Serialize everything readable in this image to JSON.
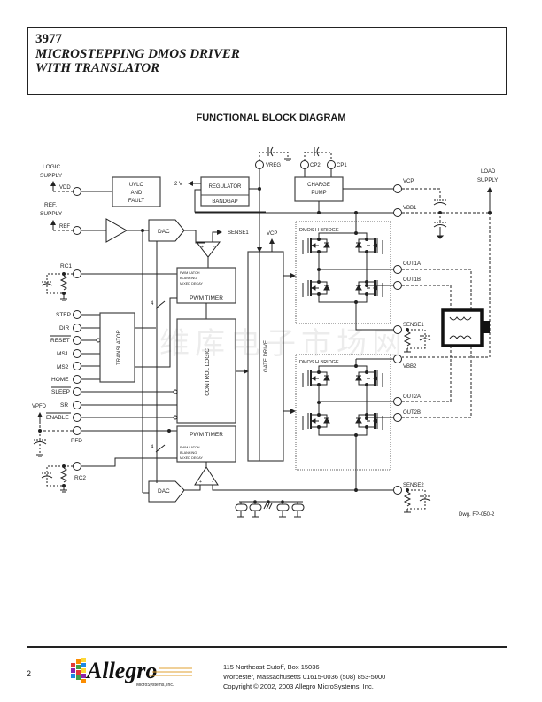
{
  "header": {
    "part_number": "3977",
    "title_line1": "MICROSTEPPING DMOS DRIVER",
    "title_line2": "WITH TRANSLATOR"
  },
  "figure": {
    "title": "FUNCTIONAL BLOCK DIAGRAM",
    "drawing_number": "Dwg. FP-050-2",
    "watermark": "维库电子市场网",
    "supplies": {
      "logic_supply": [
        "LOGIC",
        "SUPPLY"
      ],
      "vdd": "VDD",
      "ref_supply": [
        "REF.",
        "SUPPLY"
      ],
      "ref": "REF",
      "load_supply": [
        "LOAD",
        "SUPPLY"
      ],
      "vpfd": "VPFD"
    },
    "blocks": {
      "uvlo": [
        "UVLO",
        "AND",
        "FAULT"
      ],
      "regulator": "REGULATOR",
      "bandgap": "BANDGAP",
      "charge_pump": [
        "CHARGE",
        "PUMP"
      ],
      "dac": "DAC",
      "pwm_timer": "PWM TIMER",
      "pwm_sub": [
        "PWM LATCH",
        "BLANKING",
        "MIXED DECAY"
      ],
      "translator": "TRANSLATOR",
      "control_logic": "CONTROL LOGIC",
      "gate_drive": "GATE DRIVE",
      "h_bridge": "DMOS H BRIDGE"
    },
    "signals": {
      "two_v": "2 V",
      "sense1_arrow": "SENSE1",
      "vcp_arrow": "VCP",
      "bus_width": "4"
    },
    "pins_left": [
      "RC1",
      "STEP",
      "DIR",
      "RESET",
      "MS1",
      "MS2",
      "HOME",
      "SLEEP",
      "SR",
      "ENABLE",
      "PFD",
      "RC2"
    ],
    "pins_top": [
      "VREG",
      "CP2",
      "CP1"
    ],
    "pins_right": [
      "VCP",
      "VBB1",
      "OUT1A",
      "OUT1B",
      "SENSE1",
      "VBB2",
      "OUT2A",
      "OUT2B",
      "SENSE2"
    ]
  },
  "footer": {
    "page_number": "2",
    "brand": "Allegro",
    "brand_sub": "MicroSystems, Inc.",
    "address_line1": "115 Northeast Cutoff, Box 15036",
    "address_line2": "Worcester, Massachusetts 01615-0036  (508) 853-5000",
    "copyright": "Copyright © 2002, 2003 Allegro MicroSystems, Inc."
  }
}
